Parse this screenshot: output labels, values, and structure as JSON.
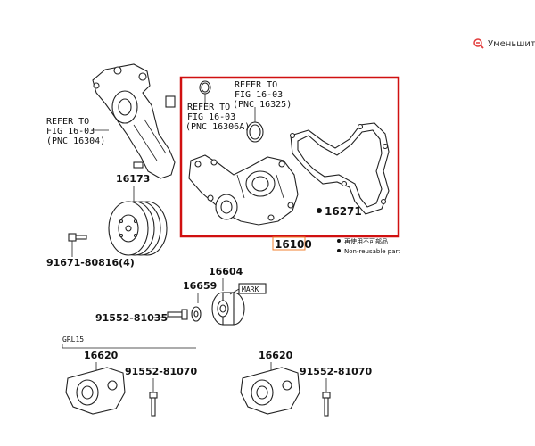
{
  "toolbar": {
    "zoom_out_label": "Уменьшить",
    "zoom_icon": "magnifier-minus-icon",
    "accent_color": "#e23c3c"
  },
  "refs": {
    "left_line1": "REFER TO",
    "left_line2": "FIG 16-03",
    "left_line3": "(PNC 16304)",
    "mid_line1": "REFER TO",
    "mid_line2": "FIG 16-03",
    "mid_line3": "(PNC 16306A)",
    "top_line1": "REFER TO",
    "top_line2": "FIG 16-03",
    "top_line3": "(PNC 16325)"
  },
  "parts": {
    "p16173": "16173",
    "p91671": "91671-80816(4)",
    "p16271": "16271",
    "p16100": "16100",
    "p16604": "16604",
    "p16659": "16659",
    "mark": "MARK",
    "p91552a": "91552-81035",
    "grl": "GRL15",
    "p16620a": "16620",
    "p91552b": "91552-81070",
    "p16620b": "16620",
    "p91552c": "91552-81070"
  },
  "legend": {
    "line1": "再使用不可部品",
    "line2": "Non-reusable part"
  },
  "highlight": {
    "box_color": "#d01010",
    "label_box_color": "#f08030"
  }
}
